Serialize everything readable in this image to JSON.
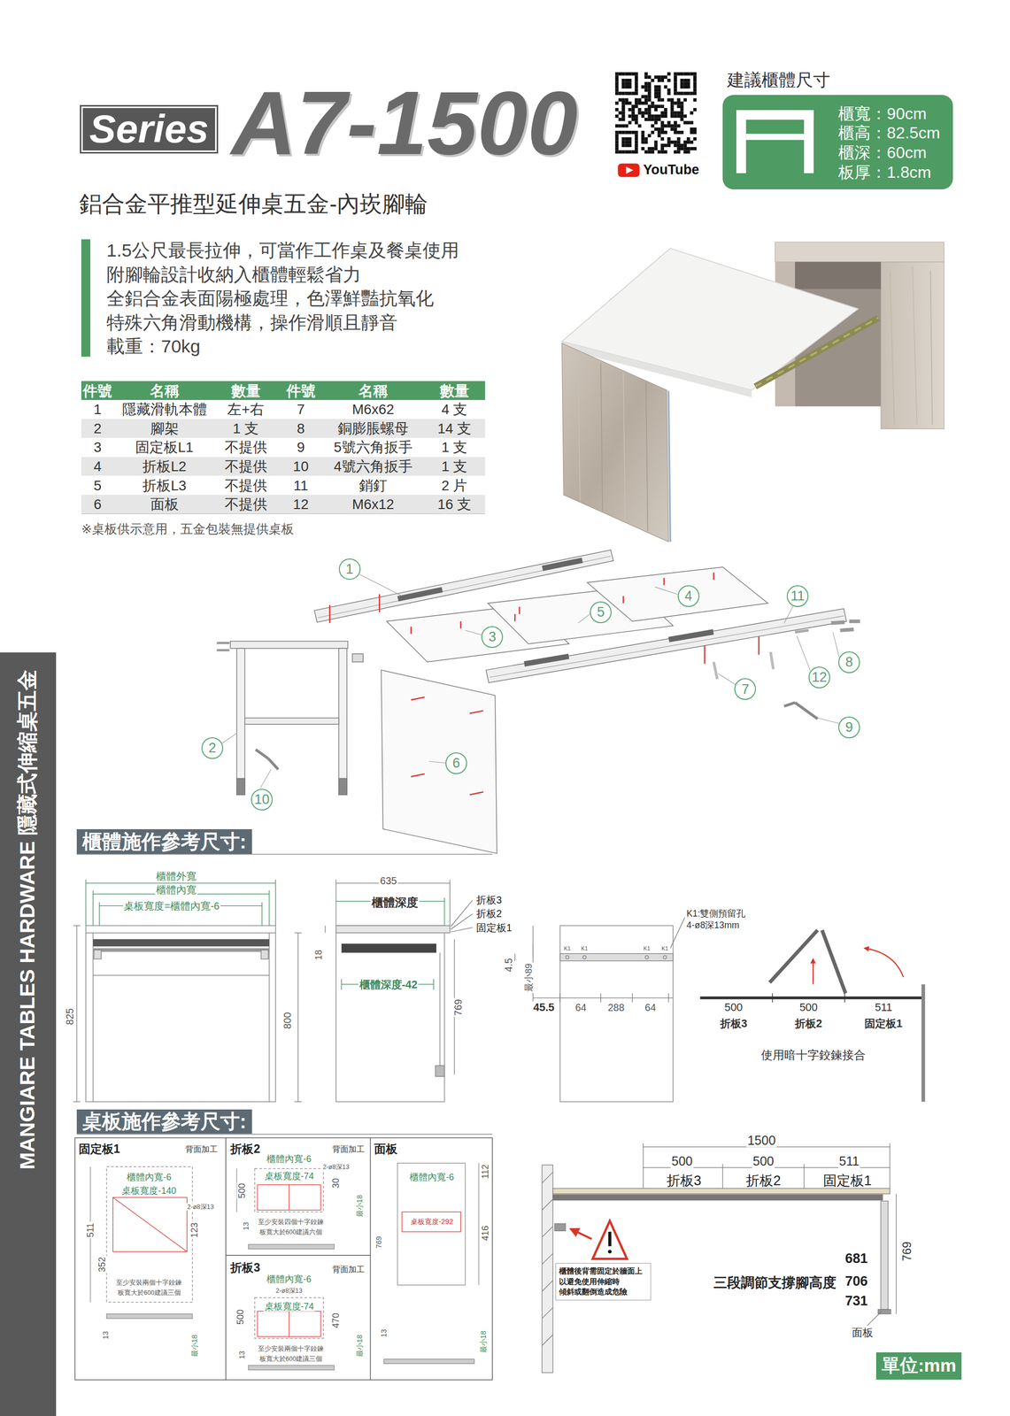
{
  "diagram": {
    "title": "A7-1500",
    "nodes": [
      {
        "text": [
          "Series"
        ]
      },
      {
        "text": [
          "櫃寬：90cm",
          "櫃高：82.5cm",
          "櫃深：60cm",
          "板厚：1.8cm"
        ]
      },
      {
        "text": [
          "1"
        ]
      },
      {
        "text": [
          "4"
        ]
      },
      {
        "text": [
          "11"
        ]
      },
      {
        "text": [
          "5"
        ]
      },
      {
        "text": [
          "3"
        ]
      },
      {
        "text": [
          "8"
        ]
      },
      {
        "text": [
          "12"
        ]
      },
      {
        "text": [
          "7"
        ]
      },
      {
        "text": [
          "9"
        ]
      },
      {
        "text": [
          "2"
        ]
      },
      {
        "text": [
          "6"
        ]
      },
      {
        "text": [
          "10"
        ]
      },
      {
        "text": [
          "MANGIARE TABLES HARDWARE 隱藏式伸縮桌五金"
        ]
      },
      {
        "text": [
          "櫃體施作參考尺寸:"
        ]
      },
      {
        "text": [
          "桌板施作參考尺寸:"
        ]
      },
      {
        "text": [
          "櫃體後背需固定於牆面上 以避免使用伸縮時 傾斜或翻倒造成危險"
        ]
      },
      {
        "text": [
          "單位:mm"
        ]
      }
    ],
    "labels": [
      "建議櫃體尺寸",
      "YouTube",
      "鋁合金平推型延伸桌五金-內崁腳輪",
      "1.5公尺最長拉伸，可當作工作桌及餐桌使用",
      "附腳輪設計收納入櫃體輕鬆省力",
      "全鋁合金表面陽極處理，色澤鮮豔抗氧化",
      "特殊六角滑動機構，操作滑順且靜音",
      "載重：70kg",
      "件號",
      "名稱",
      "數量",
      "件號",
      "名稱",
      "數量",
      "1",
      "隱藏滑軌本體",
      "左+右",
      "7",
      "M6x62",
      "4 支",
      "2",
      "腳架",
      "1 支",
      "8",
      "銅膨脹螺母",
      "14 支",
      "3",
      "固定板L1",
      "不提供",
      "9",
      "5號六角扳手",
      "1 支",
      "4",
      "折板L2",
      "不提供",
      "10",
      "4號六角扳手",
      "1 支",
      "5",
      "折板L3",
      "不提供",
      "11",
      "銷釘",
      "2 片",
      "6",
      "面板",
      "不提供",
      "12",
      "M6x12",
      "16 支",
      "※桌板供示意用，五金包裝無提供桌板",
      "櫃體外寬",
      "櫃體內寬",
      "桌板寬度=櫃體內寬-6",
      "825",
      "635",
      "櫃體深度",
      "18",
      "800",
      "櫃體深度-42",
      "769",
      "折板3",
      "折板2",
      "固定板1",
      "4.5",
      "最小89",
      "45.5",
      "64",
      "288",
      "64",
      "K1:雙側預留孔",
      "4-ø8深13mm",
      "K1",
      "K1",
      "K1",
      "K1",
      "500",
      "折板3",
      "500",
      "折板2",
      "511",
      "固定板1",
      "使用暗十字鉸鍊接合",
      "固定板1",
      "背面加工",
      "折板2",
      "櫃體內寬-6",
      "背面加工",
      "面板",
      "2-ø8深13",
      "桌板寬度-74",
      "500",
      "30",
      "13",
      "最小18",
      "至少安裝四個十字鉸鍊",
      "板寬大於600建議六個",
      "櫃體內寬-6",
      "桌板寬度-140",
      "2-ø8深13",
      "511",
      "123",
      "352",
      "至少安裝兩個十字鉸鍊",
      "板寬大於600建議三個",
      "13",
      "最小18",
      "折板3",
      "背面加工",
      "櫃體內寬-6",
      "2-ø8深13",
      "桌板寬度-74",
      "500",
      "470",
      "13",
      "至少安裝兩個十字鉸鍊",
      "板寬大於600建議三個",
      "最小18",
      "櫃體內寬-6",
      "112",
      "桌板寬度-292",
      "416",
      "769",
      "13",
      "最小18",
      "1500",
      "500",
      "500",
      "511",
      "折板3",
      "折板2",
      "固定板1",
      "三段調節支撐腳高度",
      "681",
      "706",
      "731",
      "769",
      "面板"
    ]
  }
}
